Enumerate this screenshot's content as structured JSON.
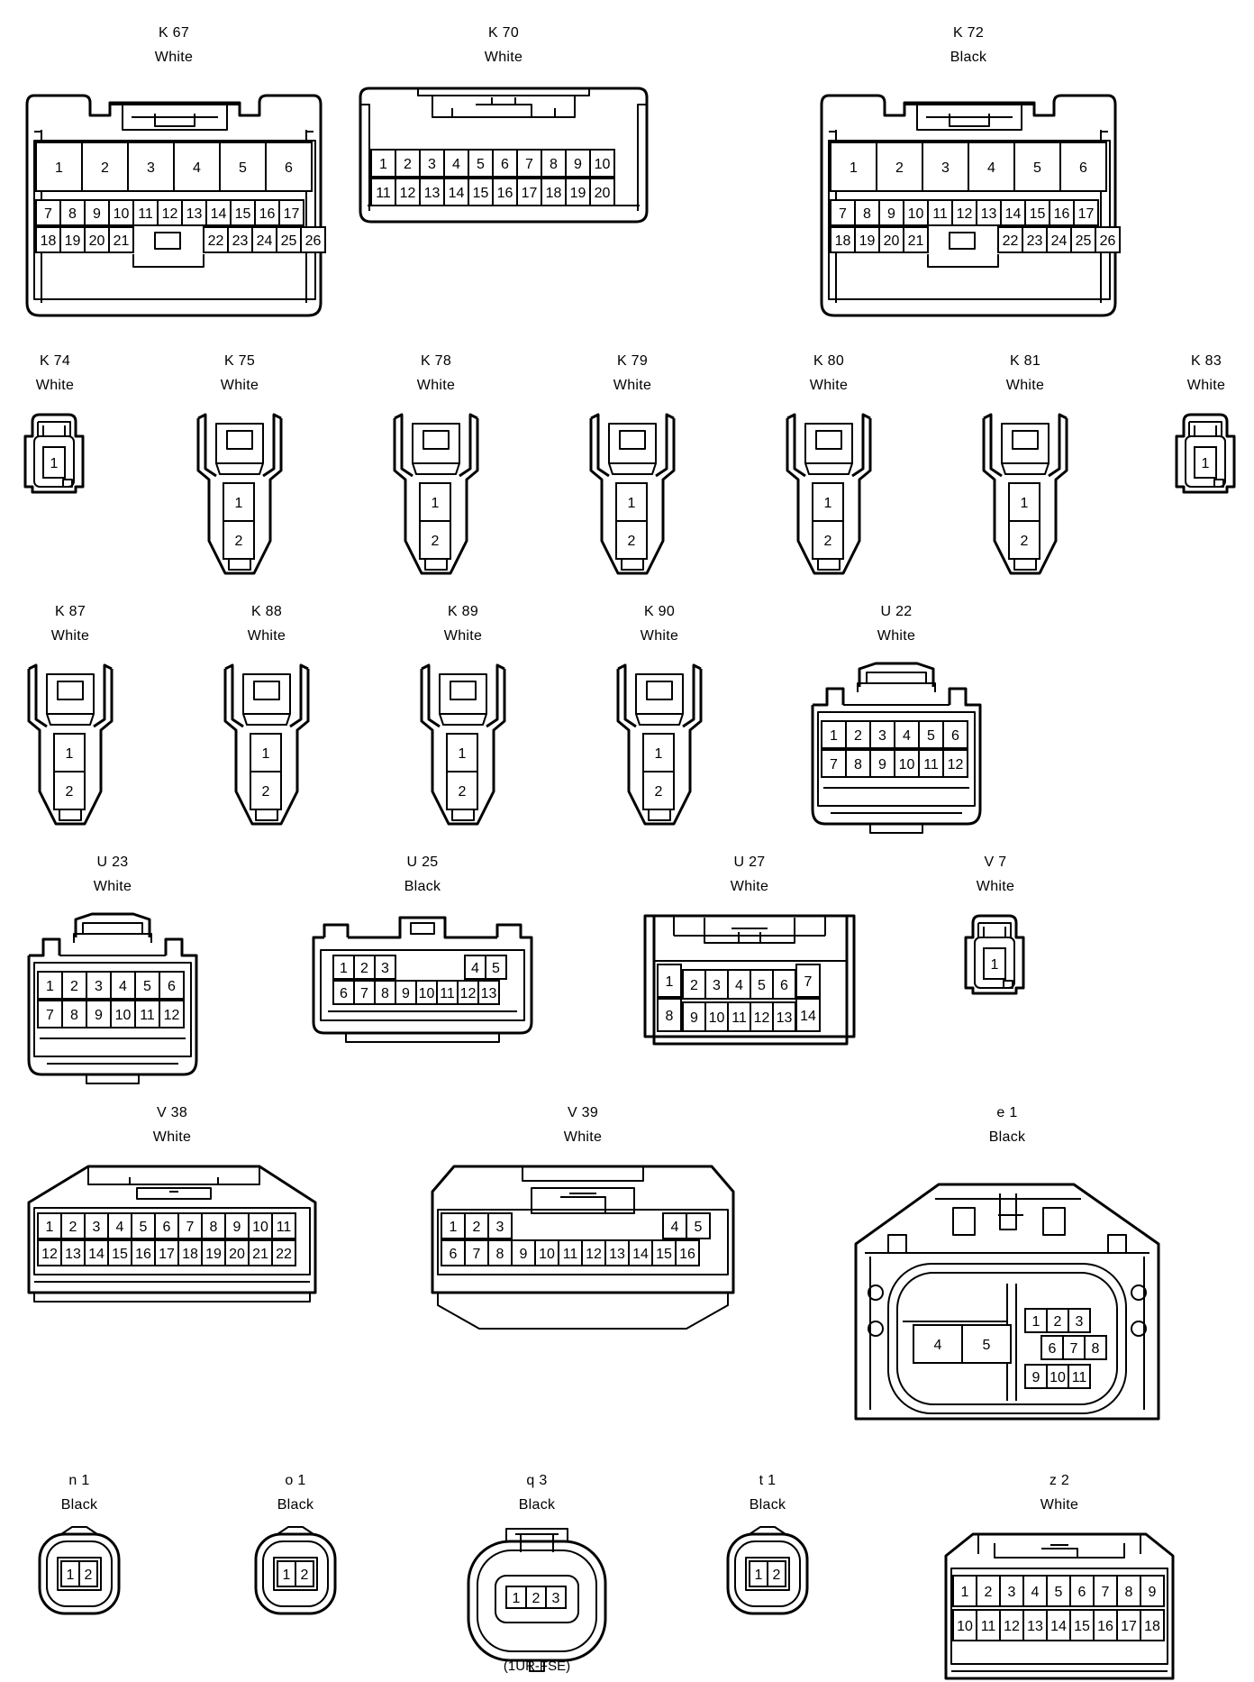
{
  "connectors": [
    {
      "id": "K 67",
      "color": "White",
      "style": "largeA",
      "pins": [
        {
          "n": "1"
        },
        {
          "n": "2"
        },
        {
          "n": "3"
        },
        {
          "n": "4"
        },
        {
          "n": "5"
        },
        {
          "n": "6"
        },
        {
          "n": "7"
        },
        {
          "n": "8"
        },
        {
          "n": "9"
        },
        {
          "n": "10"
        },
        {
          "n": "11"
        },
        {
          "n": "12"
        },
        {
          "n": "13"
        },
        {
          "n": "14"
        },
        {
          "n": "15"
        },
        {
          "n": "16"
        },
        {
          "n": "17"
        },
        {
          "n": "18"
        },
        {
          "n": "19"
        },
        {
          "n": "20"
        },
        {
          "n": "21"
        },
        {
          "n": "22"
        },
        {
          "n": "23"
        },
        {
          "n": "24"
        },
        {
          "n": "25"
        },
        {
          "n": "26"
        }
      ]
    },
    {
      "id": "K 70",
      "color": "White",
      "style": "k70",
      "pins": [
        {
          "n": "1"
        },
        {
          "n": "2"
        },
        {
          "n": "3"
        },
        {
          "n": "4"
        },
        {
          "n": "5"
        },
        {
          "n": "6"
        },
        {
          "n": "7"
        },
        {
          "n": "8"
        },
        {
          "n": "9"
        },
        {
          "n": "10"
        },
        {
          "n": "11"
        },
        {
          "n": "12"
        },
        {
          "n": "13"
        },
        {
          "n": "14"
        },
        {
          "n": "15"
        },
        {
          "n": "16"
        },
        {
          "n": "17"
        },
        {
          "n": "18"
        },
        {
          "n": "19"
        },
        {
          "n": "20"
        }
      ]
    },
    {
      "id": "K 72",
      "color": "Black",
      "style": "largeA",
      "pins": [
        {
          "n": "1"
        },
        {
          "n": "2"
        },
        {
          "n": "3"
        },
        {
          "n": "4"
        },
        {
          "n": "5"
        },
        {
          "n": "6"
        },
        {
          "n": "7"
        },
        {
          "n": "8"
        },
        {
          "n": "9"
        },
        {
          "n": "10"
        },
        {
          "n": "11"
        },
        {
          "n": "12"
        },
        {
          "n": "13"
        },
        {
          "n": "14"
        },
        {
          "n": "15"
        },
        {
          "n": "16"
        },
        {
          "n": "17"
        },
        {
          "n": "18"
        },
        {
          "n": "19"
        },
        {
          "n": "20"
        },
        {
          "n": "21"
        },
        {
          "n": "22"
        },
        {
          "n": "23"
        },
        {
          "n": "24"
        },
        {
          "n": "25"
        },
        {
          "n": "26"
        }
      ]
    },
    {
      "id": "K 74",
      "color": "White",
      "style": "single",
      "pins": [
        {
          "n": "1"
        }
      ]
    },
    {
      "id": "K 75",
      "color": "White",
      "style": "two",
      "pins": [
        {
          "n": "1"
        },
        {
          "n": "2"
        }
      ]
    },
    {
      "id": "K 78",
      "color": "White",
      "style": "two",
      "pins": [
        {
          "n": "1"
        },
        {
          "n": "2"
        }
      ]
    },
    {
      "id": "K 79",
      "color": "White",
      "style": "two",
      "pins": [
        {
          "n": "1"
        },
        {
          "n": "2"
        }
      ]
    },
    {
      "id": "K 80",
      "color": "White",
      "style": "two",
      "pins": [
        {
          "n": "1"
        },
        {
          "n": "2"
        }
      ]
    },
    {
      "id": "K 81",
      "color": "White",
      "style": "two",
      "pins": [
        {
          "n": "1"
        },
        {
          "n": "2"
        }
      ]
    },
    {
      "id": "K 83",
      "color": "White",
      "style": "single",
      "pins": [
        {
          "n": "1"
        }
      ]
    },
    {
      "id": "K 87",
      "color": "White",
      "style": "two",
      "pins": [
        {
          "n": "1"
        },
        {
          "n": "2"
        }
      ]
    },
    {
      "id": "K 88",
      "color": "White",
      "style": "two",
      "pins": [
        {
          "n": "1"
        },
        {
          "n": "2"
        }
      ]
    },
    {
      "id": "K 89",
      "color": "White",
      "style": "two",
      "pins": [
        {
          "n": "1"
        },
        {
          "n": "2"
        }
      ]
    },
    {
      "id": "K 90",
      "color": "White",
      "style": "two",
      "pins": [
        {
          "n": "1"
        },
        {
          "n": "2"
        }
      ]
    },
    {
      "id": "U 22",
      "color": "White",
      "style": "twelve",
      "pins": [
        {
          "n": "1"
        },
        {
          "n": "2"
        },
        {
          "n": "3"
        },
        {
          "n": "4"
        },
        {
          "n": "5"
        },
        {
          "n": "6"
        },
        {
          "n": "7"
        },
        {
          "n": "8"
        },
        {
          "n": "9"
        },
        {
          "n": "10"
        },
        {
          "n": "11"
        },
        {
          "n": "12"
        }
      ]
    },
    {
      "id": "U 23",
      "color": "White",
      "style": "twelve",
      "pins": [
        {
          "n": "1"
        },
        {
          "n": "2"
        },
        {
          "n": "3"
        },
        {
          "n": "4"
        },
        {
          "n": "5"
        },
        {
          "n": "6"
        },
        {
          "n": "7"
        },
        {
          "n": "8"
        },
        {
          "n": "9"
        },
        {
          "n": "10"
        },
        {
          "n": "11"
        },
        {
          "n": "12"
        }
      ]
    },
    {
      "id": "U 25",
      "color": "Black",
      "style": "u25",
      "pins": [
        {
          "n": "1"
        },
        {
          "n": "2"
        },
        {
          "n": "3"
        },
        {
          "n": "4"
        },
        {
          "n": "5"
        },
        {
          "n": "6"
        },
        {
          "n": "7"
        },
        {
          "n": "8"
        },
        {
          "n": "9"
        },
        {
          "n": "10"
        },
        {
          "n": "11"
        },
        {
          "n": "12"
        },
        {
          "n": "13"
        }
      ]
    },
    {
      "id": "U 27",
      "color": "White",
      "style": "u27",
      "pins": [
        {
          "n": "1"
        },
        {
          "n": "2"
        },
        {
          "n": "3"
        },
        {
          "n": "4"
        },
        {
          "n": "5"
        },
        {
          "n": "6"
        },
        {
          "n": "7"
        },
        {
          "n": "8"
        },
        {
          "n": "9"
        },
        {
          "n": "10"
        },
        {
          "n": "11"
        },
        {
          "n": "12"
        },
        {
          "n": "13"
        },
        {
          "n": "14"
        }
      ]
    },
    {
      "id": "V 7",
      "color": "White",
      "style": "single",
      "pins": [
        {
          "n": "1"
        }
      ]
    },
    {
      "id": "V 38",
      "color": "White",
      "style": "v38",
      "pins": [
        {
          "n": "1"
        },
        {
          "n": "2"
        },
        {
          "n": "3"
        },
        {
          "n": "4"
        },
        {
          "n": "5"
        },
        {
          "n": "6"
        },
        {
          "n": "7"
        },
        {
          "n": "8"
        },
        {
          "n": "9"
        },
        {
          "n": "10"
        },
        {
          "n": "11"
        },
        {
          "n": "12"
        },
        {
          "n": "13"
        },
        {
          "n": "14"
        },
        {
          "n": "15"
        },
        {
          "n": "16"
        },
        {
          "n": "17"
        },
        {
          "n": "18"
        },
        {
          "n": "19"
        },
        {
          "n": "20"
        },
        {
          "n": "21"
        },
        {
          "n": "22"
        }
      ]
    },
    {
      "id": "V 39",
      "color": "White",
      "style": "v39",
      "pins": [
        {
          "n": "1"
        },
        {
          "n": "2"
        },
        {
          "n": "3"
        },
        {
          "n": "4"
        },
        {
          "n": "5"
        },
        {
          "n": "6"
        },
        {
          "n": "7"
        },
        {
          "n": "8"
        },
        {
          "n": "9"
        },
        {
          "n": "10"
        },
        {
          "n": "11"
        },
        {
          "n": "12"
        },
        {
          "n": "13"
        },
        {
          "n": "14"
        },
        {
          "n": "15"
        },
        {
          "n": "16"
        }
      ]
    },
    {
      "id": "e 1",
      "color": "Black",
      "style": "e1",
      "pins": [
        {
          "n": "1"
        },
        {
          "n": "2"
        },
        {
          "n": "3"
        },
        {
          "n": "4"
        },
        {
          "n": "5"
        },
        {
          "n": "6"
        },
        {
          "n": "7"
        },
        {
          "n": "8"
        },
        {
          "n": "9"
        },
        {
          "n": "10"
        },
        {
          "n": "11"
        }
      ]
    },
    {
      "id": "n 1",
      "color": "Black",
      "style": "round2",
      "pins": [
        {
          "n": "1"
        },
        {
          "n": "2"
        }
      ]
    },
    {
      "id": "o 1",
      "color": "Black",
      "style": "round2",
      "pins": [
        {
          "n": "1"
        },
        {
          "n": "2"
        }
      ]
    },
    {
      "id": "q 3",
      "color": "Black",
      "style": "q3",
      "pins": [
        {
          "n": "1"
        },
        {
          "n": "2"
        },
        {
          "n": "3"
        }
      ]
    },
    {
      "id": "t 1",
      "color": "Black",
      "style": "round2",
      "pins": [
        {
          "n": "1"
        },
        {
          "n": "2"
        }
      ]
    },
    {
      "id": "z 2",
      "color": "White",
      "style": "z2",
      "pins": [
        {
          "n": "1"
        },
        {
          "n": "2"
        },
        {
          "n": "3"
        },
        {
          "n": "4"
        },
        {
          "n": "5"
        },
        {
          "n": "6"
        },
        {
          "n": "7"
        },
        {
          "n": "8"
        },
        {
          "n": "9"
        },
        {
          "n": "10"
        },
        {
          "n": "11"
        },
        {
          "n": "12"
        },
        {
          "n": "13"
        },
        {
          "n": "14"
        },
        {
          "n": "15"
        },
        {
          "n": "16"
        },
        {
          "n": "17"
        },
        {
          "n": "18"
        }
      ]
    }
  ],
  "notes": {
    "q3_engine": "(1UR-FSE)"
  }
}
